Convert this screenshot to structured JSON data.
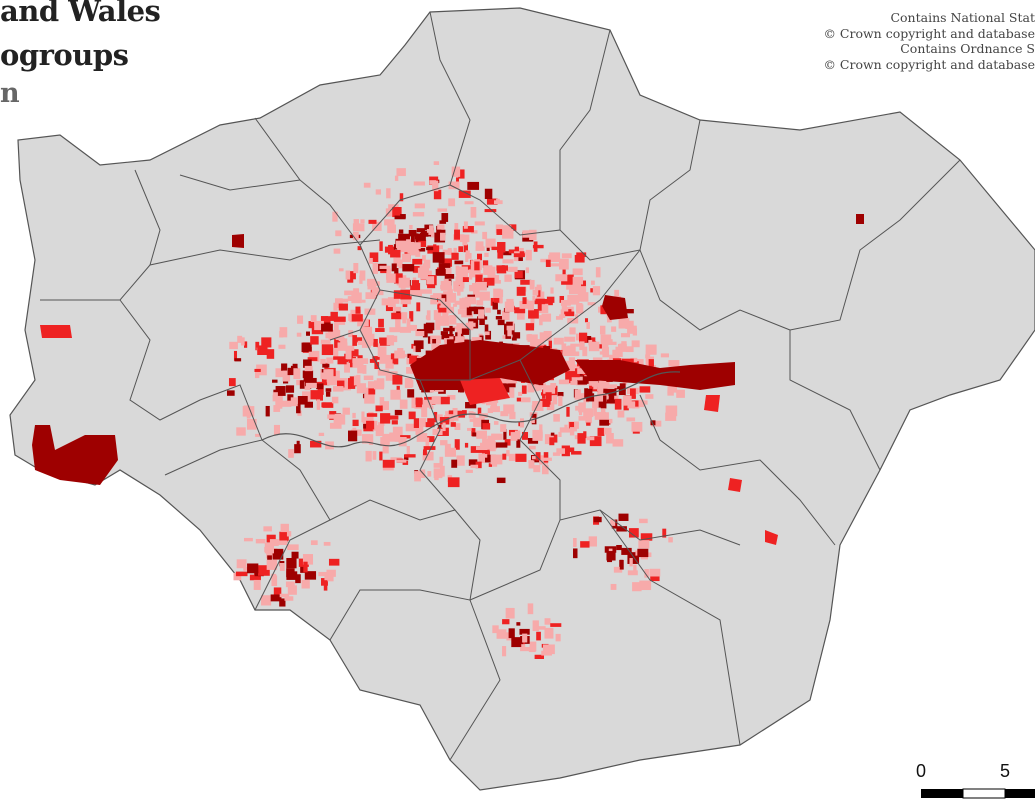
{
  "map": {
    "title_lines": [
      "and Wales",
      "ogroups",
      "n"
    ],
    "credits": [
      "Contains National Stat",
      "© Crown copyright and database",
      "Contains Ordnance S",
      "© Crown copyright and database"
    ],
    "legend_colors": {
      "background_land": "#d9d9d9",
      "boundary": "#555555",
      "class_light": "#f7aaaa",
      "class_medium": "#ee2222",
      "class_dark": "#9e0000"
    },
    "scale_bar": {
      "labels": [
        "0",
        "5"
      ]
    }
  }
}
